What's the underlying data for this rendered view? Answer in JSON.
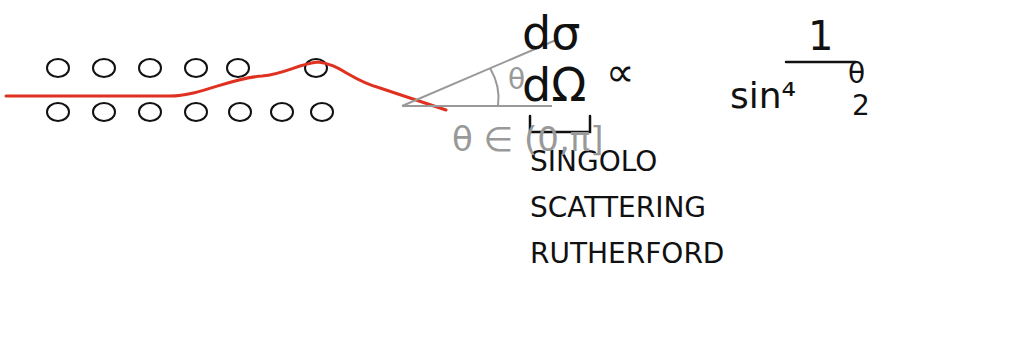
{
  "diagram": {
    "labels": [
      "dσ",
      "dΩ",
      "∝",
      "1",
      "sin⁴",
      "θ",
      "2",
      "SINGOLO",
      "SCATTERING",
      "RUTHERFORD",
      "θ",
      "θ ∈ (0,π]"
    ]
  }
}
